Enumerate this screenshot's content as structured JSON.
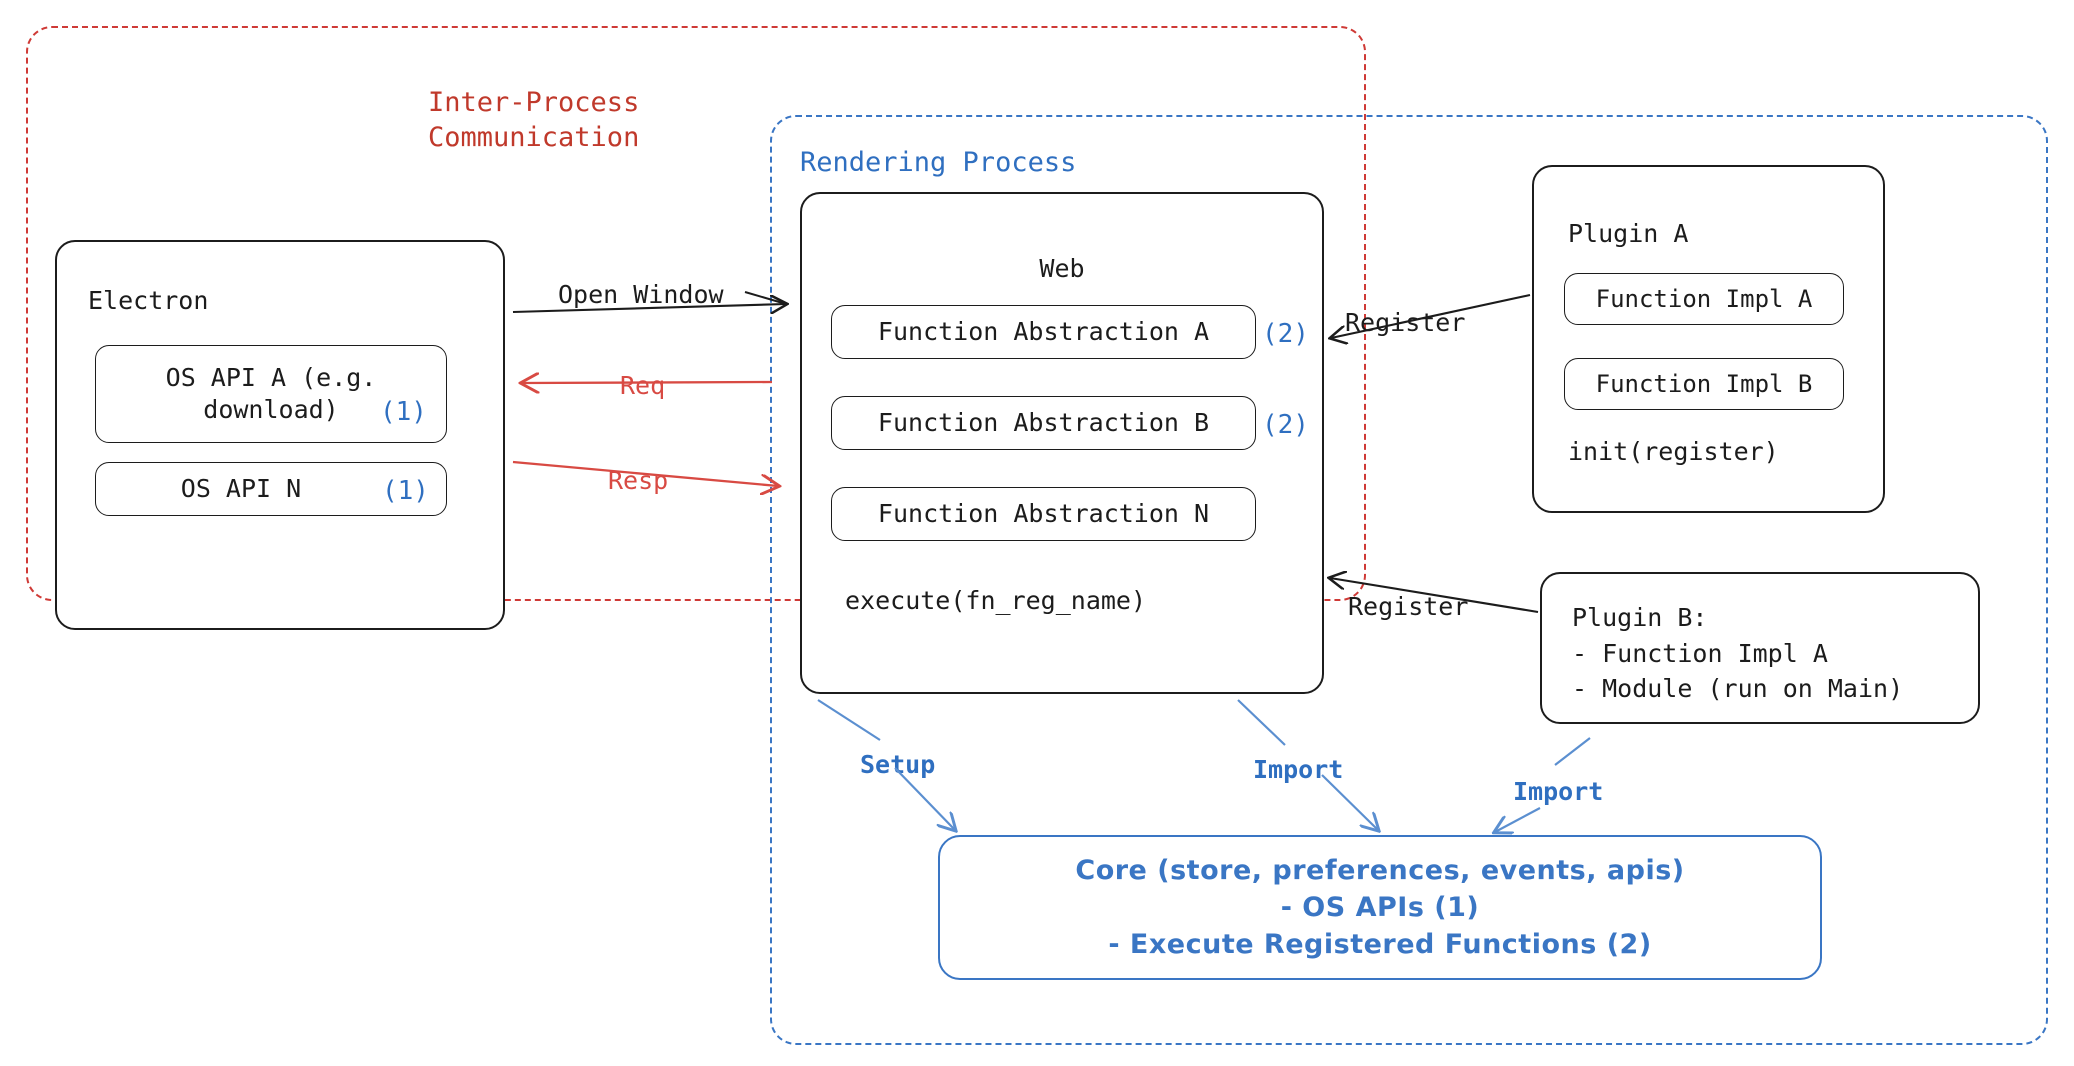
{
  "diagram": {
    "title": "Electron Plugin Architecture",
    "colors": {
      "ipc_red": "#c0392b",
      "arrow_red": "#d84a43",
      "render_blue": "#2f6fc0",
      "core_blue": "#3a76c4",
      "ink": "#1c1c1c"
    }
  },
  "regions": {
    "ipc": {
      "label": "Inter-Process\nCommunication"
    },
    "rendering": {
      "label": "Rendering Process"
    }
  },
  "electron": {
    "title": "Electron",
    "apis": [
      {
        "label": "OS API A (e.g.\ndownload)",
        "marker": "(1)"
      },
      {
        "label": "OS API N",
        "marker": "(1)"
      }
    ]
  },
  "web": {
    "title": "Web",
    "abstractions": [
      {
        "label": "Function Abstraction A",
        "marker": "(2)"
      },
      {
        "label": "Function Abstraction B",
        "marker": "(2)"
      },
      {
        "label": "Function Abstraction N",
        "marker": ""
      }
    ],
    "footer": "execute(fn_reg_name)"
  },
  "plugin_a": {
    "title": "Plugin A",
    "functions": [
      "Function Impl A",
      "Function Impl B"
    ],
    "footer": "init(register)"
  },
  "plugin_b": {
    "text": "Plugin B:\n- Function Impl A\n- Module (run on Main)"
  },
  "core": {
    "lines": "Core (store, preferences, events, apis)\n- OS APIs (1)\n- Execute Registered Functions (2)"
  },
  "connectors": {
    "open_window": "Open Window",
    "req": "Req",
    "resp": "Resp",
    "register_a": "Register",
    "register_b": "Register",
    "setup": "Setup",
    "import_web": "Import",
    "import_plugin": "Import"
  }
}
